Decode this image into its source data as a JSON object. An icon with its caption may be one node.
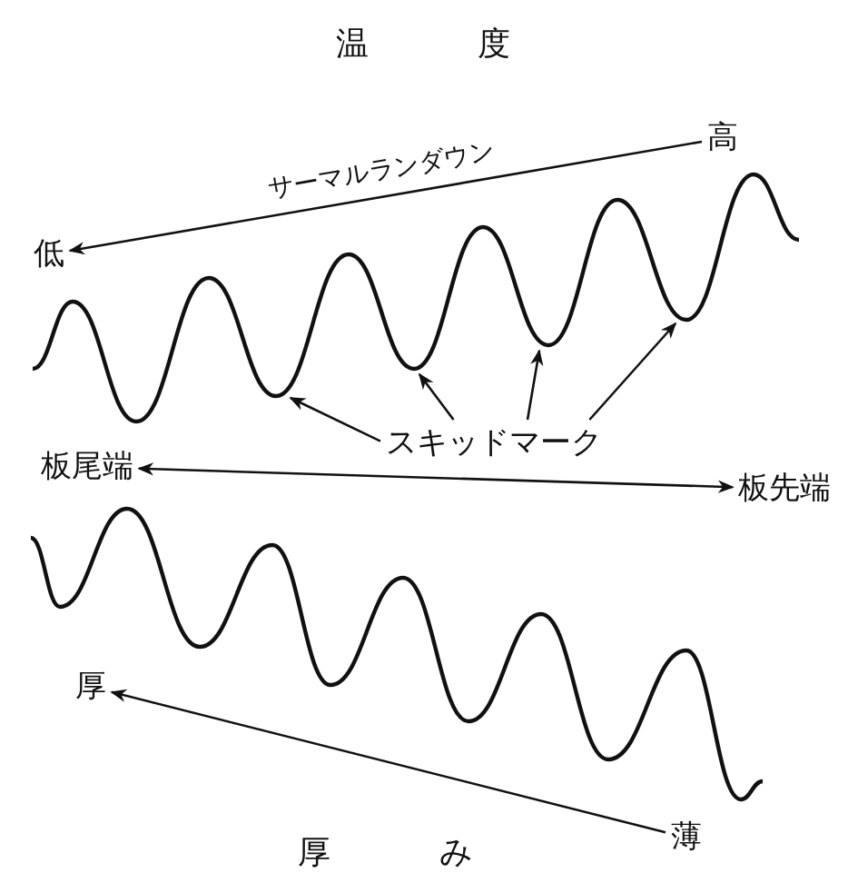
{
  "diagram": {
    "nodes": [
      {
        "text": [
          "高"
        ]
      },
      {
        "text": [
          "低"
        ]
      },
      {
        "text": [
          "板尾端"
        ]
      },
      {
        "text": [
          "板先端"
        ]
      },
      {
        "text": [
          "薄"
        ]
      },
      {
        "text": [
          "厚"
        ]
      },
      {
        "text": [
          "スキッドマーク"
        ]
      }
    ],
    "edges": [
      {
        "from": 0,
        "to": 1,
        "arrow": "to",
        "label": "サーマルランダウン"
      },
      {
        "from": 2,
        "to": 3,
        "arrow": "both"
      },
      {
        "from": 4,
        "to": 5,
        "arrow": "to"
      },
      {
        "from": 6,
        "to": null,
        "arrow": "to"
      },
      {
        "from": 6,
        "to": null,
        "arrow": "to"
      },
      {
        "from": 6,
        "to": null,
        "arrow": "to"
      },
      {
        "from": 6,
        "to": null,
        "arrow": "to"
      }
    ],
    "labels": [
      "温度",
      "厚み"
    ]
  }
}
